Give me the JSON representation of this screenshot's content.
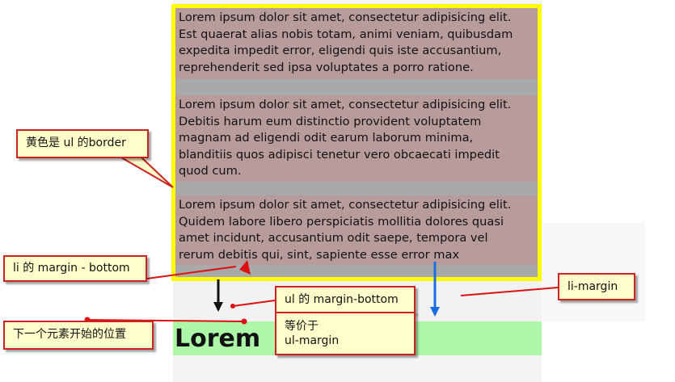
{
  "ul_items": [
    "Lorem ipsum dolor sit amet, consectetur adipisicing elit.\nEst quaerat alias nobis totam, animi veniam, quibusdam\nexpedita impedit error, eligendi quis iste accusantium,\nreprehenderit sed ipsa voluptates a porro ratione.",
    "Lorem ipsum dolor sit amet, consectetur adipisicing elit.\nDebitis harum eum distinctio provident voluptatem\nmagnam ad eligendi odit earum laborum minima,\nblanditiis quos adipisci tenetur vero obcaecati impedit\nquod cum.",
    "Lorem ipsum dolor sit amet, consectetur adipisicing elit.\nQuidem labore libero perspiciatis mollitia dolores quasi\namet incidunt, accusantium odit saepe, tempora vel\nrerum debitis qui, sint, sapiente esse error max"
  ],
  "next_element_text": "Lorem",
  "callouts": {
    "ul_border": "黄色是 ul 的border",
    "li_margin_bottom": "li 的 margin - bottom",
    "next_element_start": "下一个元素开始的位置",
    "ul_margin_bottom": "ul 的 margin-bottom",
    "equivalent_line1": "等价于",
    "equivalent_line2": "ul-margin",
    "li_margin": "li-margin"
  },
  "colors": {
    "ul_border": "#ffff00",
    "li_background": "#b89c9c",
    "li_gap": "#a9a9a9",
    "next_element_bg": "#adf7a9",
    "callout_bg": "#ffffcc",
    "callout_border": "#cc2222",
    "blue_arrow": "#1a6fe0"
  }
}
